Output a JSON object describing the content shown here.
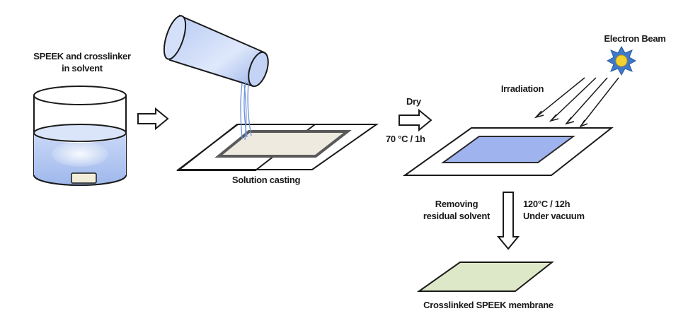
{
  "labels": {
    "beaker_line1": "SPEEK and crosslinker",
    "beaker_line2": "in solvent",
    "casting": "Solution casting",
    "dry": "Dry",
    "temp1": "70 °C / 1h",
    "irradiation": "Irradiation",
    "electron_beam": "Electron Beam",
    "removing_line1": "Removing",
    "removing_line2": "residual solvent",
    "temp2_line1": "120°C / 12h",
    "temp2_line2": "Under vacuum",
    "result": "Crosslinked SPEEK membrane"
  },
  "colors": {
    "solution": "#a9c3f0",
    "cast_film": "#eeeadf",
    "irradiated_film": "#9fb4ee",
    "membrane": "#dde8c8",
    "sun": "#f2d230",
    "star": "#3e78c9"
  }
}
